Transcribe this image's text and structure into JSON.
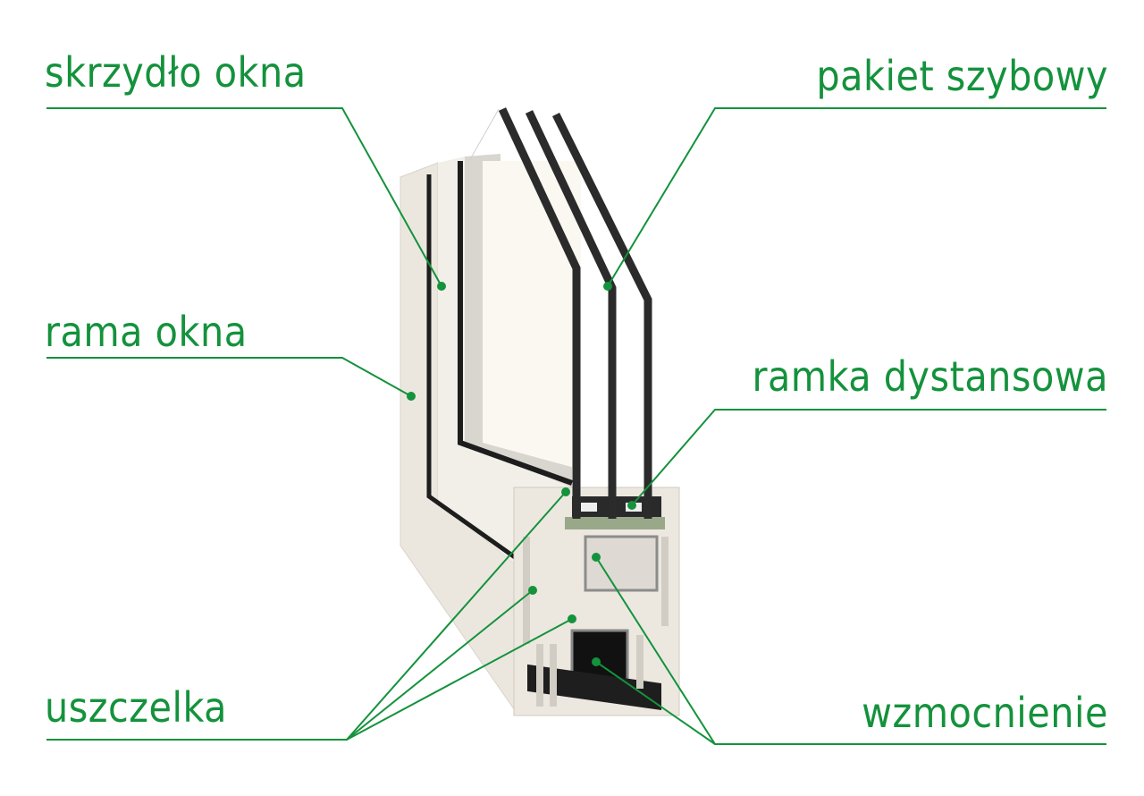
{
  "diagram": {
    "subject": "PVC window profile cross-section",
    "accent_color": "#14923c",
    "labels": [
      {
        "id": "skrzydlo",
        "text": "skrzydło okna",
        "side": "left"
      },
      {
        "id": "rama",
        "text": "rama okna",
        "side": "left"
      },
      {
        "id": "uszczelka",
        "text": "uszczelka",
        "side": "left"
      },
      {
        "id": "pakiet",
        "text": "pakiet szybowy",
        "side": "right"
      },
      {
        "id": "ramka",
        "text": "ramka dystansowa",
        "side": "right"
      },
      {
        "id": "wzmocnienie",
        "text": "wzmocnienie",
        "side": "right"
      }
    ]
  }
}
